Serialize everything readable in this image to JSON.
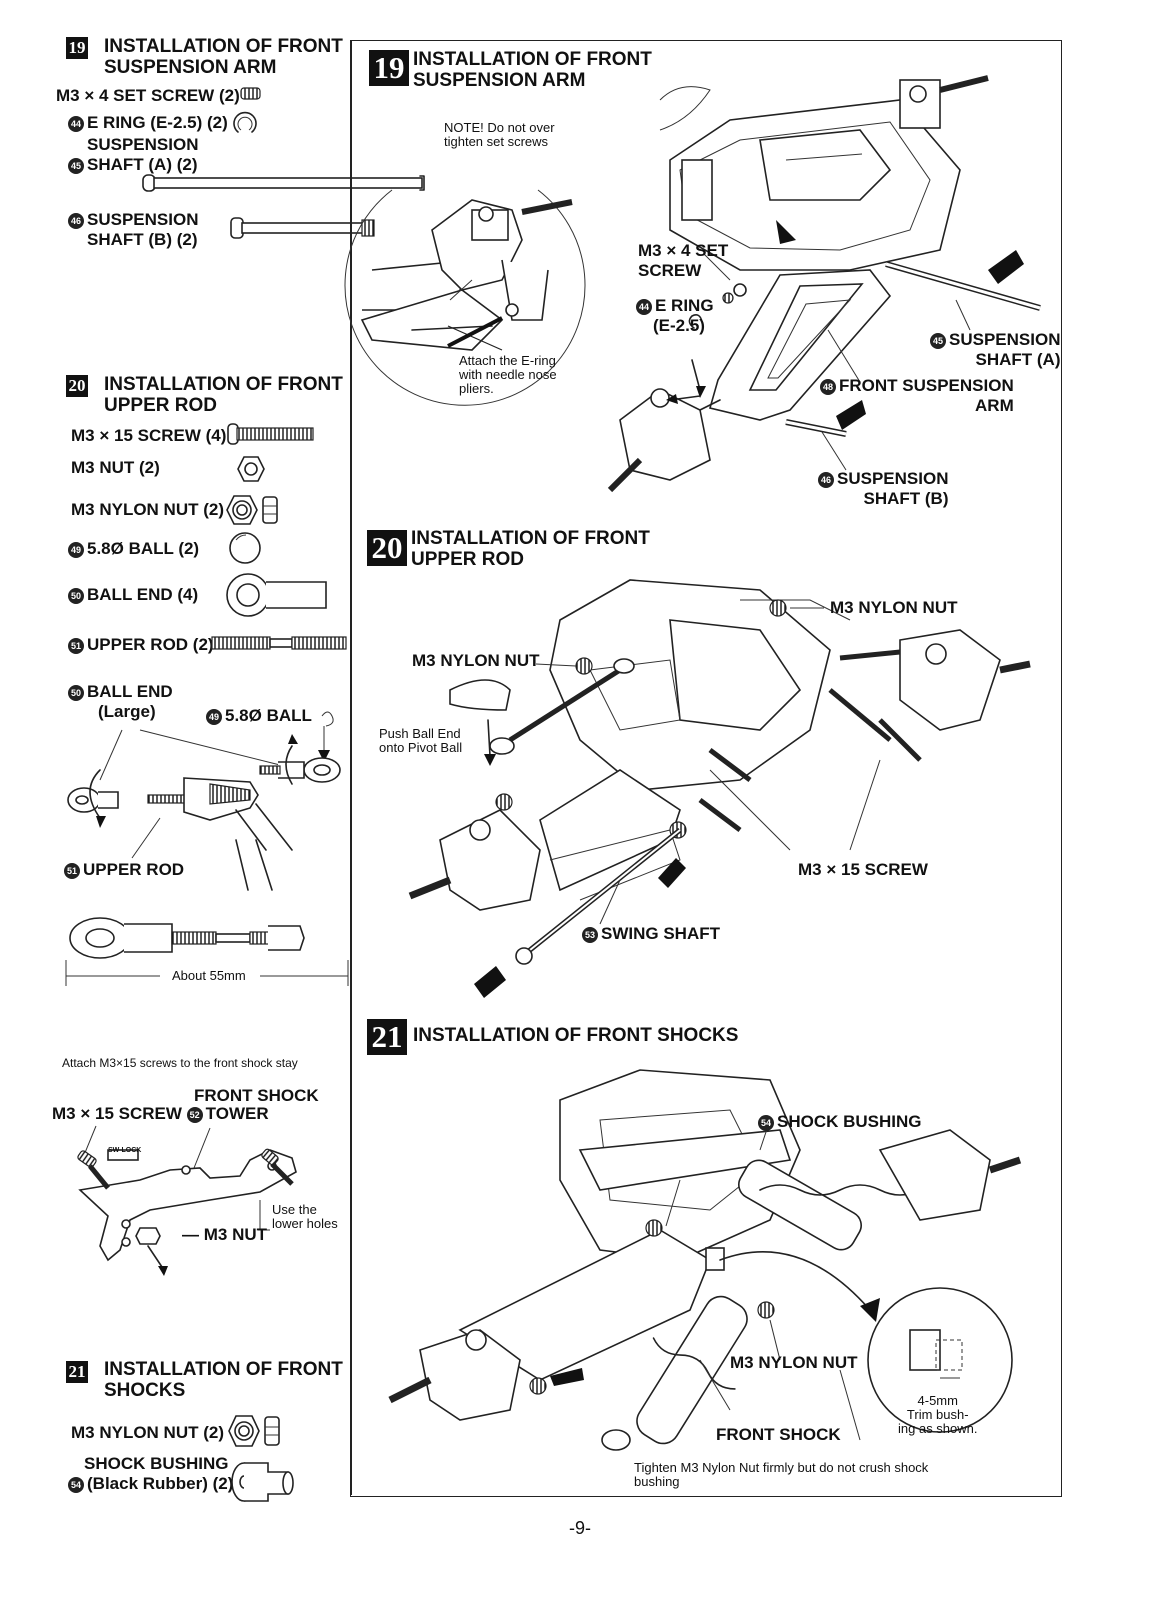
{
  "left_column": {
    "s19": {
      "badge": "19",
      "title_line1": "INSTALLATION OF FRONT",
      "title_line2": "SUSPENSION ARM",
      "parts": {
        "set_screw": "M3 × 4 SET SCREW (2)",
        "e_ring_num": "44",
        "e_ring": "E RING (E-2.5) (2)",
        "shaft_a_num": "45",
        "shaft_a_l1": "SUSPENSION",
        "shaft_a_l2": "SHAFT (A) (2)",
        "shaft_b_num": "46",
        "shaft_b_l1": "SUSPENSION",
        "shaft_b_l2": "SHAFT (B) (2)"
      }
    },
    "s20": {
      "badge": "20",
      "title_line1": "INSTALLATION OF FRONT",
      "title_line2": "UPPER ROD",
      "parts": {
        "screw": "M3 × 15 SCREW (4)",
        "nut": "M3 NUT (2)",
        "nylon_nut": "M3 NYLON NUT (2)",
        "ball_num": "49",
        "ball": "5.8Ø BALL (2)",
        "ball_end_num": "50",
        "ball_end": "BALL END (4)",
        "upper_rod_num": "51",
        "upper_rod": "UPPER ROD (2)"
      },
      "diagram": {
        "ball_end_num": "50",
        "ball_end_l1": "BALL END",
        "ball_end_l2": "(Large)",
        "ball_num": "49",
        "ball": "5.8Ø BALL",
        "upper_rod_num": "51",
        "upper_rod": "UPPER ROD",
        "length": "About 55mm"
      }
    },
    "shock_tower": {
      "note": "Attach M3×15 screws to the front shock stay",
      "screw": "M3 × 15 SCREW",
      "tower_num": "52",
      "tower_l1": "FRONT SHOCK",
      "tower_l2": "TOWER",
      "lock_label": "SW-LOCK",
      "nut": "M3 NUT",
      "lower_l1": "Use the",
      "lower_l2": "lower holes"
    },
    "s21": {
      "badge": "21",
      "title_line1": "INSTALLATION OF FRONT",
      "title_line2": "SHOCKS",
      "parts": {
        "nylon_nut": "M3 NYLON NUT (2)",
        "bushing_num": "54",
        "bushing_l1": "SHOCK BUSHING",
        "bushing_l2": "(Black Rubber) (2)"
      }
    }
  },
  "right_column": {
    "s19": {
      "badge": "19",
      "title_line1": "INSTALLATION OF FRONT",
      "title_line2": "SUSPENSION ARM",
      "note_l1": "NOTE!  Do  not  over",
      "note_l2": "tighten set screws",
      "eclip_l1": "Attach  the  E-ring",
      "eclip_l2": "with   needle   nose",
      "eclip_l3": "pliers.",
      "set_screw_l1": "M3 × 4 SET",
      "set_screw_l2": "SCREW",
      "ering_num": "44",
      "ering_l1": "E RING",
      "ering_l2": "(E-2.5)",
      "shaft_a_num": "45",
      "shaft_a_l1": "SUSPENSION",
      "shaft_a_l2": "SHAFT (A)",
      "arm_num": "48",
      "arm_l1": "FRONT SUSPENSION",
      "arm_l2": "ARM",
      "shaft_b_num": "46",
      "shaft_b_l1": "SUSPENSION",
      "shaft_b_l2": "SHAFT (B)"
    },
    "s20": {
      "badge": "20",
      "title_line1": "INSTALLATION OF FRONT",
      "title_line2": "UPPER ROD",
      "nylon_nut_right": "M3 NYLON NUT",
      "nylon_nut_left": "M3 NYLON NUT",
      "push_l1": "Push  Ball  End",
      "push_l2": "onto Pivot Ball",
      "screw": "M3 × 15 SCREW",
      "swing_num": "53",
      "swing": "SWING SHAFT"
    },
    "s21": {
      "badge": "21",
      "title": "INSTALLATION OF FRONT SHOCKS",
      "bushing_num": "54",
      "bushing": "SHOCK BUSHING",
      "nylon_nut": "M3 NYLON NUT",
      "front_shock": "FRONT SHOCK",
      "trim_l1": "4-5mm",
      "trim_l2": "Trim    bush-",
      "trim_l3": "ing as shown.",
      "tighten_l1": "Tighten M3 Nylon Nut firmly  but do not crush shock",
      "tighten_l2": "bushing"
    }
  },
  "page_number": "-9-"
}
